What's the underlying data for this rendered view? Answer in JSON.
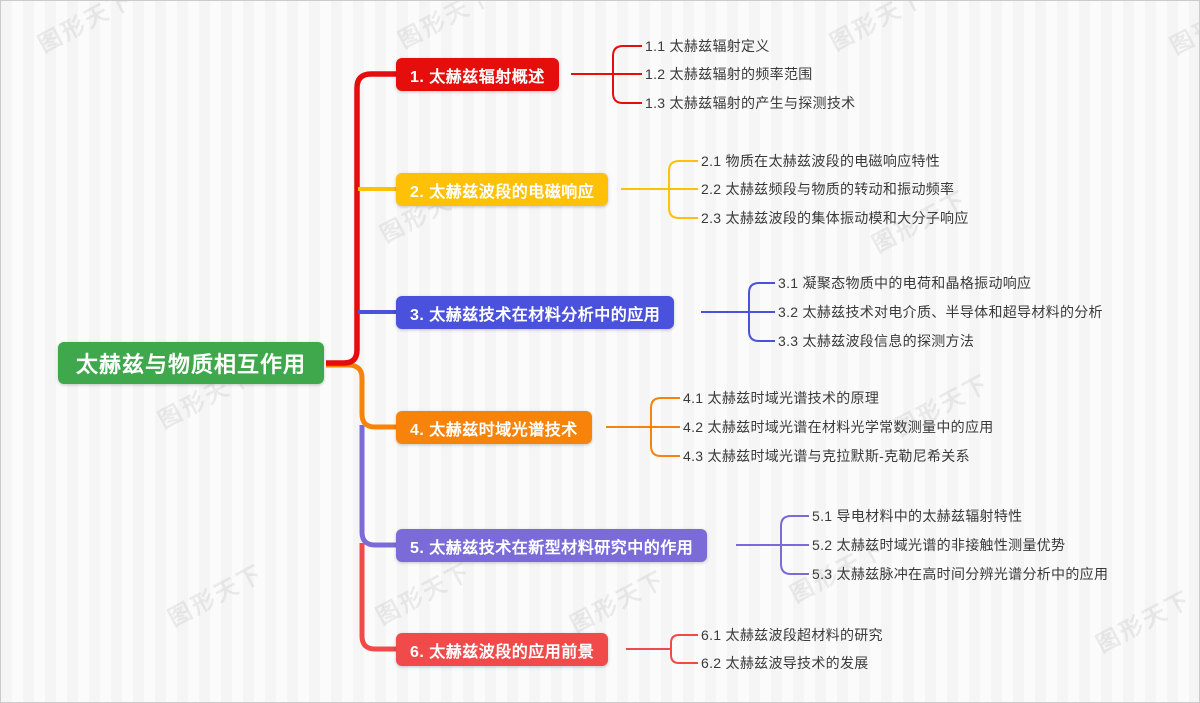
{
  "watermark": {
    "text": "图形天下"
  },
  "root": {
    "label": "太赫兹与物质相互作用",
    "color": "#3FA84C"
  },
  "branches": [
    {
      "label": "1. 太赫兹辐射概述",
      "color": "#E60D0D",
      "children": [
        "1.1 太赫兹辐射定义",
        "1.2 太赫兹辐射的频率范围",
        "1.3 太赫兹辐射的产生与探测技术"
      ]
    },
    {
      "label": "2. 太赫兹波段的电磁响应",
      "color": "#FFC107",
      "children": [
        "2.1 物质在太赫兹波段的电磁响应特性",
        "2.2 太赫兹频段与物质的转动和振动频率",
        "2.3 太赫兹波段的集体振动模和大分子响应"
      ]
    },
    {
      "label": "3. 太赫兹技术在材料分析中的应用",
      "color": "#4A52DD",
      "children": [
        "3.1 凝聚态物质中的电荷和晶格振动响应",
        "3.2 太赫兹技术对电介质、半导体和超导材料的分析",
        "3.3 太赫兹波段信息的探测方法"
      ]
    },
    {
      "label": "4. 太赫兹时域光谱技术",
      "color": "#F8830B",
      "children": [
        "4.1 太赫兹时域光谱技术的原理",
        "4.2 太赫兹时域光谱在材料光学常数测量中的应用",
        "4.3 太赫兹时域光谱与克拉默斯-克勒尼希关系"
      ]
    },
    {
      "label": "5. 太赫兹技术在新型材料研究中的作用",
      "color": "#7A6BD8",
      "children": [
        "5.1 导电材料中的太赫兹辐射特性",
        "5.2 太赫兹时域光谱的非接触性测量优势",
        "5.3 太赫兹脉冲在高时间分辨光谱分析中的应用"
      ]
    },
    {
      "label": "6. 太赫兹波段的应用前景",
      "color": "#F04A4A",
      "children": [
        "6.1 太赫兹波段超材料的研究",
        "6.2 太赫兹波导技术的发展"
      ]
    }
  ]
}
